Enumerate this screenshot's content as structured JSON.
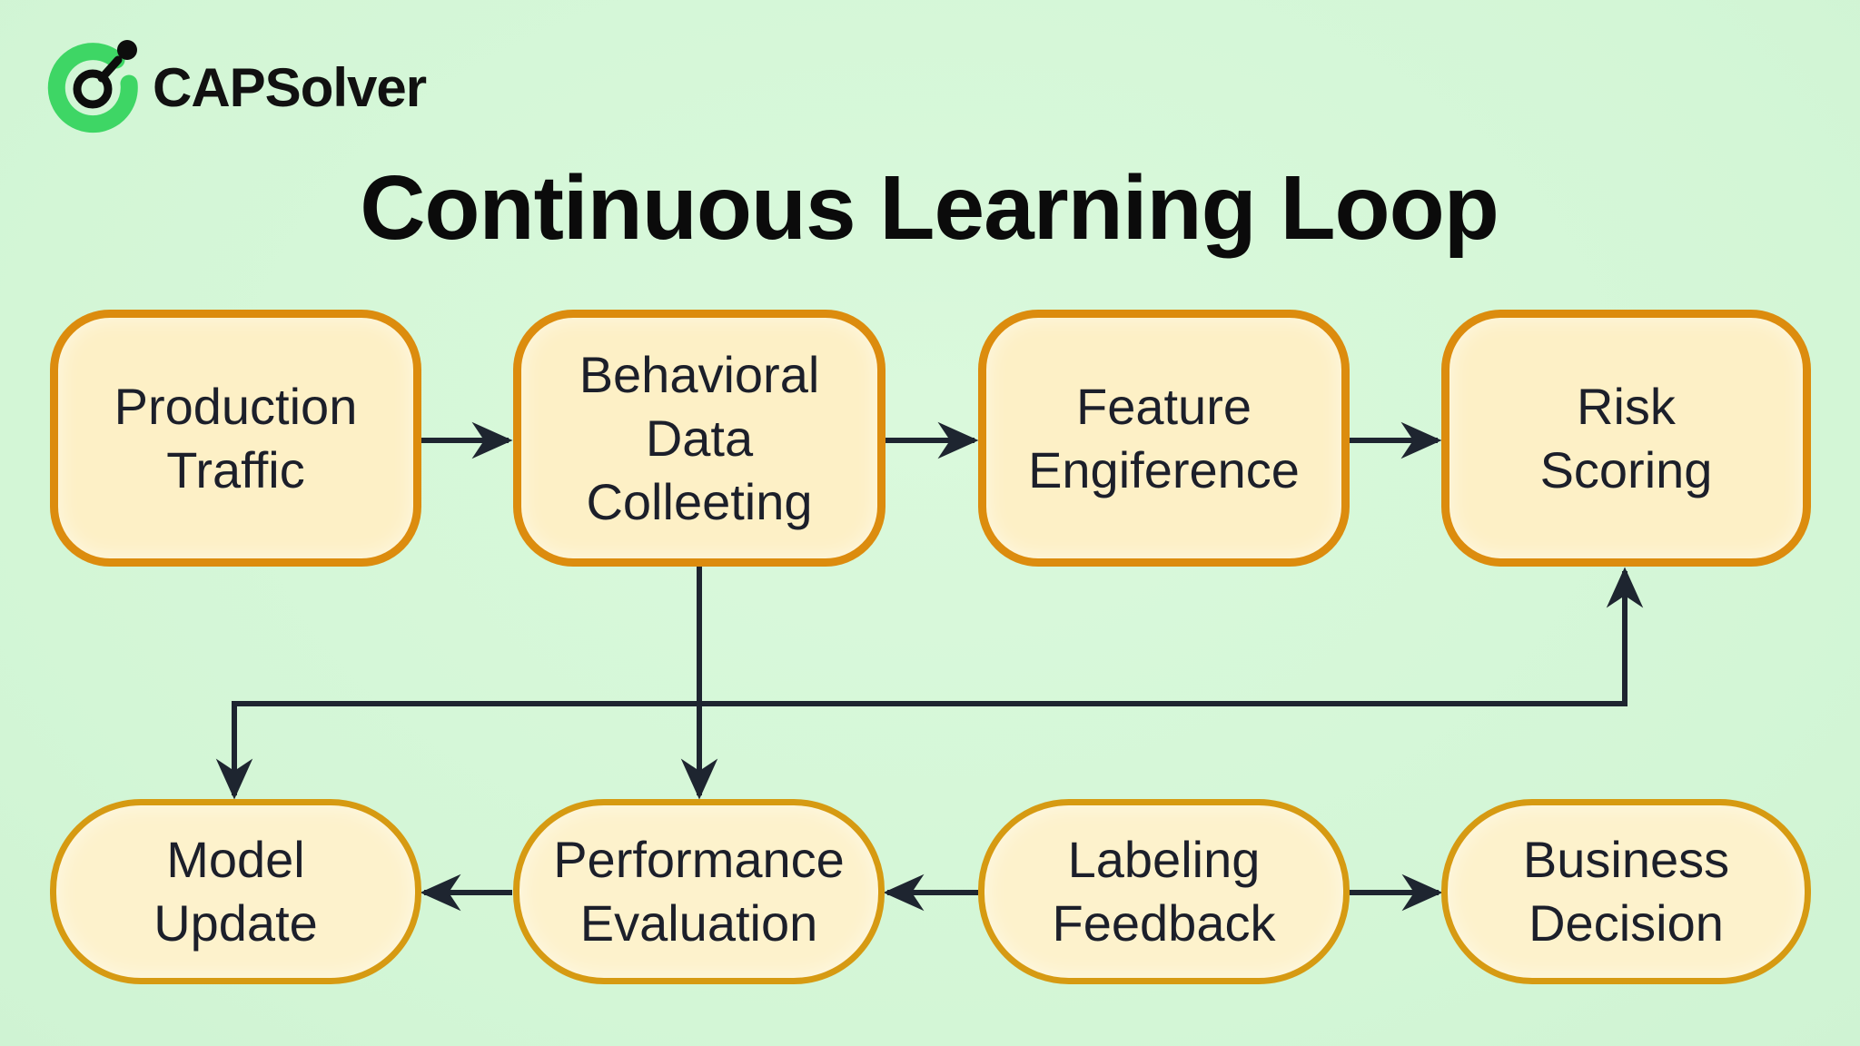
{
  "brand": {
    "name": "CAPSolver",
    "logo_icon": "capsolver-logo-icon",
    "colors": {
      "ring": "#3ed665",
      "mark": "#0d0d0d"
    }
  },
  "title": "Continuous Learning Loop",
  "colors": {
    "background": "#d6f8d9",
    "node_fill": "#fdf0c6",
    "node_border": "#dc8c0e",
    "arrow": "#1e2530"
  },
  "nodes": {
    "top": [
      {
        "id": "production-traffic",
        "label": "Production\nTraffic"
      },
      {
        "id": "behavioral-data-collecting",
        "label": "Behavioral\nData\nColleeting"
      },
      {
        "id": "feature-engineering",
        "label": "Feature\nEngiference"
      },
      {
        "id": "risk-scoring",
        "label": "Risk\nScoring"
      }
    ],
    "bottom": [
      {
        "id": "model-update",
        "label": "Model\nUpdate"
      },
      {
        "id": "performance-evaluation",
        "label": "Performance\nEvaluation"
      },
      {
        "id": "labeling-feedback",
        "label": "Labeling\nFeedback"
      },
      {
        "id": "business-decision",
        "label": "Business\nDecision"
      }
    ]
  },
  "edges": [
    {
      "from": "production-traffic",
      "to": "behavioral-data-collecting"
    },
    {
      "from": "behavioral-data-collecting",
      "to": "feature-engineering"
    },
    {
      "from": "feature-engineering",
      "to": "risk-scoring"
    },
    {
      "from": "behavioral-data-collecting",
      "to": "performance-evaluation"
    },
    {
      "from": "behavioral-data-collecting",
      "to": "model-update",
      "via": "shared-bus"
    },
    {
      "from": "shared-bus",
      "to": "risk-scoring"
    },
    {
      "from": "performance-evaluation",
      "to": "model-update"
    },
    {
      "from": "labeling-feedback",
      "to": "performance-evaluation"
    },
    {
      "from": "labeling-feedback",
      "to": "business-decision"
    }
  ]
}
